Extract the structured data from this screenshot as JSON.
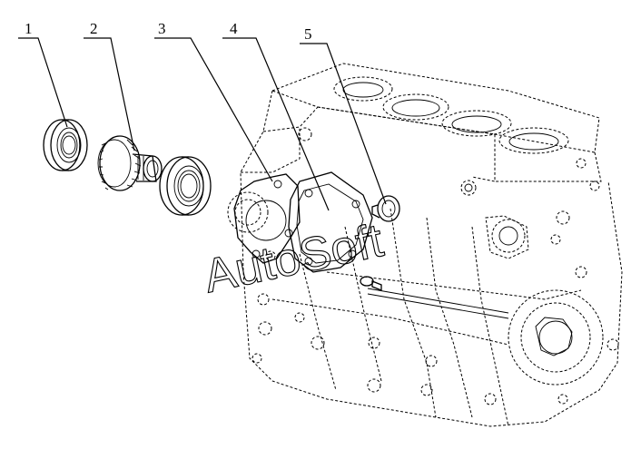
{
  "callouts": [
    {
      "id": "callout-1",
      "label": "1"
    },
    {
      "id": "callout-2",
      "label": "2"
    },
    {
      "id": "callout-3",
      "label": "3"
    },
    {
      "id": "callout-4",
      "label": "4"
    },
    {
      "id": "callout-5",
      "label": "5"
    }
  ],
  "watermark": {
    "text": "AutoSoft"
  },
  "colors": {
    "line": "#000000",
    "background": "#ffffff"
  }
}
